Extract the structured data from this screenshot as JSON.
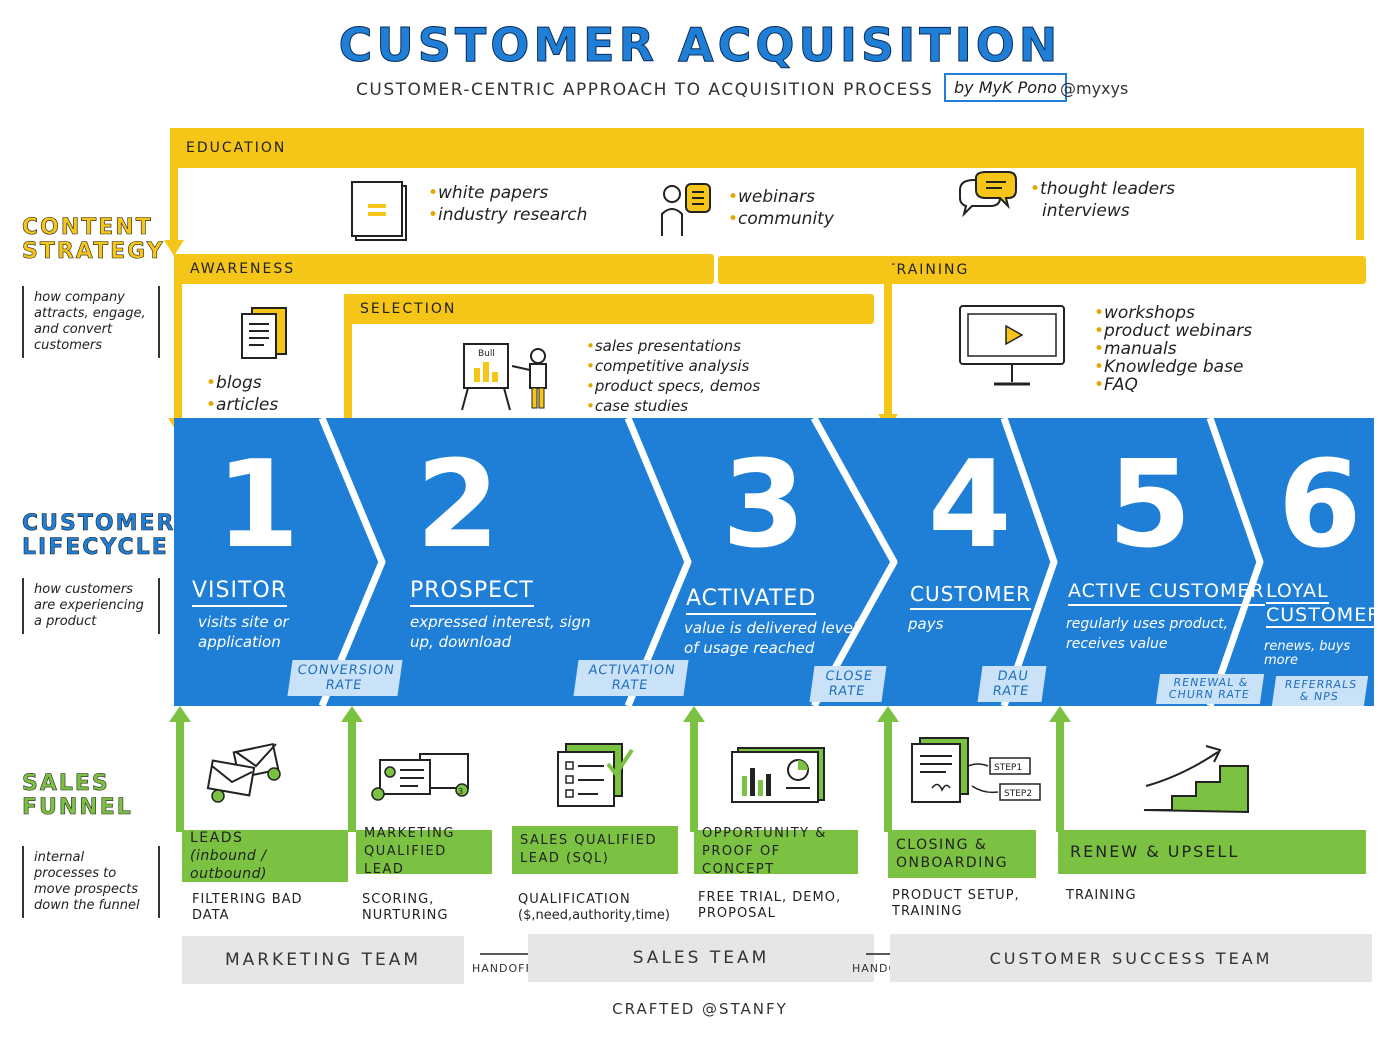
{
  "header": {
    "title": "CUSTOMER ACQUISITION",
    "subtitle": "CUSTOMER-CENTRIC APPROACH TO ACQUISITION PROCESS",
    "author": "by MyK Pono",
    "handle": "@myxys"
  },
  "sections": {
    "content_strategy": {
      "title_line1": "CONTENT",
      "title_line2": "STRATEGY",
      "desc": "how company attracts, engage, and convert customers"
    },
    "customer_lifecycle": {
      "title_line1": "CUSTOMER",
      "title_line2": "LIFECYCLE",
      "desc": "how customers are experiencing a product"
    },
    "sales_funnel": {
      "title_line1": "SALES",
      "title_line2": "FUNNEL",
      "desc": "internal processes to move prospects down the funnel"
    }
  },
  "content": {
    "education": {
      "label": "EDUCATION",
      "group1": [
        "white papers",
        "industry research"
      ],
      "group2": [
        "webinars",
        "community"
      ],
      "group3": [
        "thought leaders",
        "interviews"
      ]
    },
    "awareness": {
      "label": "AWARENESS",
      "items": [
        "blogs",
        "articles"
      ]
    },
    "selection": {
      "label": "SELECTION",
      "items": [
        "sales presentations",
        "competitive analysis",
        "product specs, demos",
        "case studies"
      ]
    },
    "training": {
      "label": "TRAINING",
      "items": [
        "workshops",
        "product webinars",
        "manuals",
        "Knowledge base",
        "FAQ"
      ]
    },
    "chart_icon_text": "Bull"
  },
  "stages": [
    {
      "num": "1",
      "name": "VISITOR",
      "desc": "visits site or application"
    },
    {
      "num": "2",
      "name": "PROSPECT",
      "desc": "expressed interest, sign up, download"
    },
    {
      "num": "3",
      "name": "ACTIVATED",
      "desc": "value is delivered level of usage reached"
    },
    {
      "num": "4",
      "name": "CUSTOMER",
      "desc": "pays"
    },
    {
      "num": "5",
      "name": "ACTIVE CUSTOMER",
      "desc": "regularly uses product, receives value"
    },
    {
      "num": "6",
      "name_line1": "LOYAL",
      "name_line2": "CUSTOMER",
      "desc": "renews, buys more"
    }
  ],
  "metrics": {
    "conversion": {
      "line1": "CONVERSION",
      "line2": "RATE"
    },
    "activation": {
      "line1": "ACTIVATION",
      "line2": "RATE"
    },
    "close": {
      "line1": "CLOSE",
      "line2": "RATE"
    },
    "dau": {
      "line1": "DAU",
      "line2": "RATE"
    },
    "renewal": {
      "line1": "RENEWAL &",
      "line2": "CHURN RATE"
    },
    "referrals": {
      "line1": "REFERRALS",
      "line2": "& NPS"
    }
  },
  "funnel": [
    {
      "line1": "LEADS",
      "line2": "(inbound / outbound)",
      "process_line1": "FILTERING BAD",
      "process_line2": "DATA"
    },
    {
      "line1": "MARKETING",
      "line2": "QUALIFIED LEAD",
      "process_line1": "SCORING,",
      "process_line2": "NURTURING"
    },
    {
      "line1": "SALES QUALIFIED",
      "line2": "LEAD (SQL)",
      "process_line1": "QUALIFICATION",
      "process_line2": "($,need,authority,time)"
    },
    {
      "line1": "OPPORTUNITY &",
      "line2": "PROOF OF CONCEPT",
      "process_line1": "FREE TRIAL, DEMO,",
      "process_line2": "PROPOSAL"
    },
    {
      "line1": "CLOSING &",
      "line2": "ONBOARDING",
      "process_line1": "PRODUCT SETUP,",
      "process_line2": "TRAINING"
    },
    {
      "line1": "RENEW & UPSELL",
      "line2": "",
      "process_line1": "TRAINING",
      "process_line2": ""
    }
  ],
  "icon_labels": {
    "step1": "STEP1",
    "step2": "STEP2",
    "badge": "3"
  },
  "teams": {
    "marketing": "MARKETING TEAM",
    "sales": "SALES TEAM",
    "success": "CUSTOMER SUCCESS TEAM",
    "handoff": "HANDOFF"
  },
  "footer": "CRAFTED @STANFY",
  "colors": {
    "blue": "#1f7fd6",
    "yellow": "#f5c518",
    "green": "#7cc242",
    "light_blue": "#c9e2f7",
    "team_gray": "#e6e6e6"
  }
}
